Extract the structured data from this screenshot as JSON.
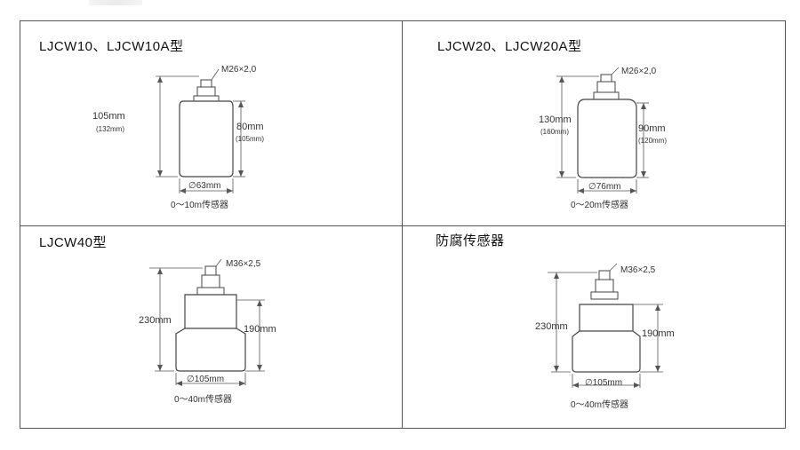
{
  "panels": [
    {
      "title": "LJCW10、LJCW10A型",
      "thread": "M26×2,0",
      "total_height": "105mm",
      "total_height_alt": "(132mm)",
      "body_height": "80mm",
      "body_height_alt": "(105mm)",
      "diameter": "∅63mm",
      "range_label": "0～10m传感器"
    },
    {
      "title": "LJCW20、LJCW20A型",
      "thread": "M26×2,0",
      "total_height": "130mm",
      "total_height_alt": "(160mm)",
      "body_height": "90mm",
      "body_height_alt": "(120mm)",
      "diameter": "∅76mm",
      "range_label": "0～20m传感器"
    },
    {
      "title": "LJCW40型",
      "thread": "M36×2,5",
      "total_height": "230mm",
      "body_height": "190mm",
      "diameter": "∅105mm",
      "range_label": "0～40m传感器"
    },
    {
      "title": "防腐传感器",
      "thread": "M36×2,5",
      "total_height": "230mm",
      "body_height": "190mm",
      "diameter": "∅105mm",
      "range_label": "0～40m传感器"
    }
  ],
  "colors": {
    "border": "#555555",
    "body_stroke": "#444444",
    "dim_line": "#555555"
  }
}
